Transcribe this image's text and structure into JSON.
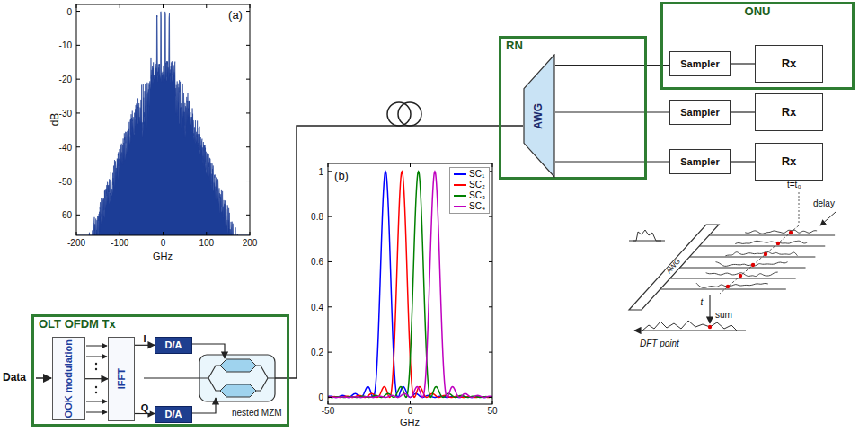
{
  "diagram": {
    "nodes": [
      {
        "text": [
          "OLT OFDM Tx"
        ]
      },
      {
        "text": [
          "OOK modulation"
        ],
        "in": 0
      },
      {
        "text": [
          "IFFT"
        ],
        "in": 0
      },
      {
        "text": [
          "D/A"
        ],
        "in": 0
      },
      {
        "text": [
          "D/A"
        ],
        "in": 0
      },
      {
        "text": [
          "RN"
        ]
      },
      {
        "text": [
          "AWG"
        ],
        "in": 5
      },
      {
        "text": [
          "ONU"
        ]
      },
      {
        "text": [
          "Sampler"
        ],
        "in": 7
      },
      {
        "text": [
          "Rx"
        ],
        "in": 7
      },
      {
        "text": [
          "Sampler"
        ]
      },
      {
        "text": [
          "Rx"
        ]
      },
      {
        "text": [
          "Sampler"
        ]
      },
      {
        "text": [
          "Rx"
        ]
      }
    ],
    "edges": [
      {
        "from": 1,
        "to": 2,
        "arrow": "to"
      },
      {
        "from": 2,
        "to": 3,
        "label": "I",
        "arrow": "to"
      },
      {
        "from": 2,
        "to": 4,
        "label": "Q",
        "arrow": "to"
      },
      {
        "from": 0,
        "to": 6,
        "arrow": "none"
      },
      {
        "from": 6,
        "to": 8,
        "arrow": "none"
      },
      {
        "from": 6,
        "to": 10,
        "arrow": "none"
      },
      {
        "from": 6,
        "to": 12,
        "arrow": "none"
      },
      {
        "from": 8,
        "to": 9,
        "arrow": "none"
      },
      {
        "from": 10,
        "to": 11,
        "arrow": "none"
      },
      {
        "from": 12,
        "to": 13,
        "arrow": "none"
      }
    ],
    "labels": [
      "Data",
      "(a)",
      "dB",
      "0",
      "-10",
      "-20",
      "-30",
      "-40",
      "-50",
      "-60",
      "-200",
      "-100",
      "0",
      "100",
      "200",
      "GHz",
      "(b)",
      "0",
      "0.2",
      "0.4",
      "0.6",
      "0.8",
      "1",
      "-50",
      "0",
      "50",
      "GHz",
      "nested MZM",
      "t=t₀",
      "delay",
      "AWG",
      "t",
      "sum",
      "DFT point"
    ],
    "legend": [
      {
        "text": "SC₁",
        "color": "#0000ff"
      },
      {
        "text": "SC₂",
        "color": "#ff0000"
      },
      {
        "text": "SC₃",
        "color": "#008000"
      },
      {
        "text": "SC₄",
        "color": "#bf00bf"
      }
    ]
  }
}
